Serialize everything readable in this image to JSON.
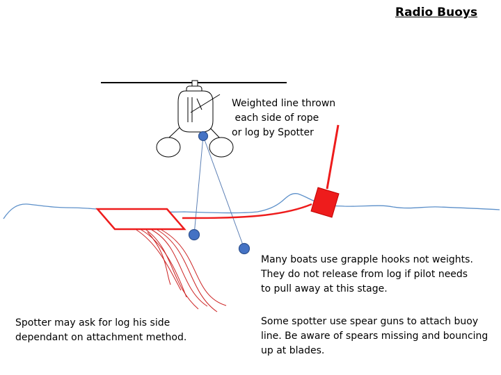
{
  "title": "Radio Buoys",
  "notes": {
    "weighted_line": "Weighted line thrown\n each side of rope\nor log by Spotter",
    "grapple_hooks": "Many boats use grapple hooks not weights.\nThey do not release from log if pilot needs\nto pull away at this stage.",
    "spear_guns": "Some spotter use spear guns to attach buoy\nline. Be aware of spears missing and bouncing\nup at blades.",
    "spotter_side": "Spotter may ask for log his side\ndependant on attachment method."
  },
  "colors": {
    "water": "#5b8fc9",
    "buoy": "#ee1c1c",
    "weight": "#4472c4",
    "weight_outline": "#2f528f",
    "line": "#5b7fb5",
    "helicopter": "#000000"
  }
}
